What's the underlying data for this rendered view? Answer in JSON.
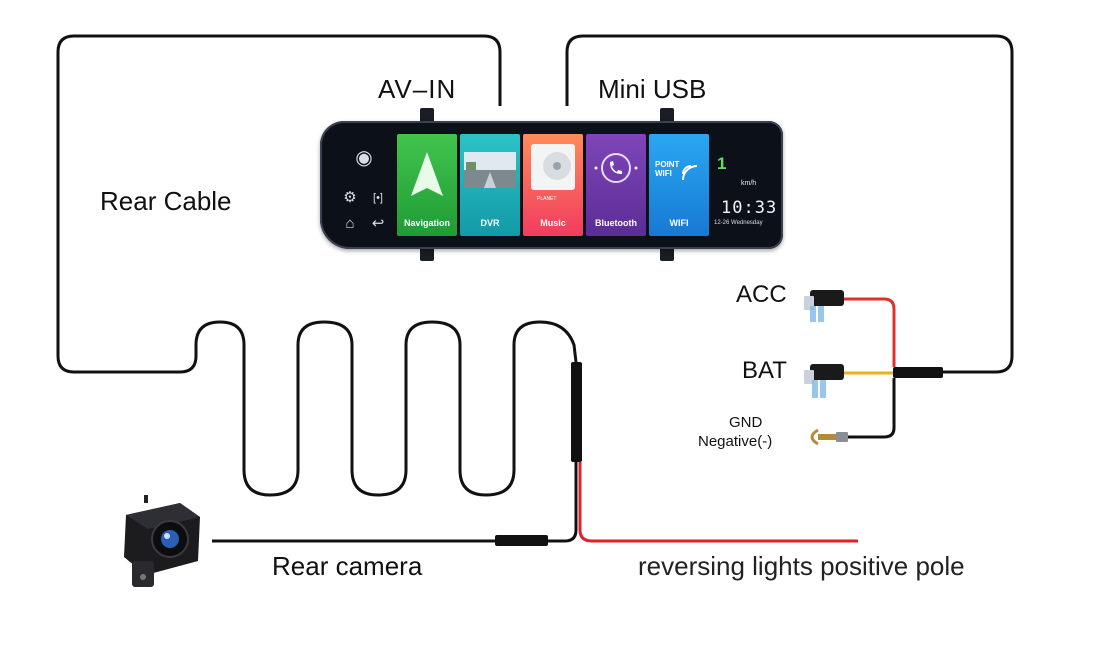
{
  "labels": {
    "av_in": "AV–IN",
    "mini_usb": "Mini USB",
    "rear_cable": "Rear Cable",
    "acc": "ACC",
    "bat": "BAT",
    "gnd": "GND",
    "negative": "Negative(-)",
    "rear_camera": "Rear camera",
    "reversing": "reversing lights positive pole"
  },
  "mirror_screen": {
    "tiles": [
      {
        "label": "Navigation",
        "color": "#2fb043"
      },
      {
        "label": "DVR",
        "color": "#1fb2bb"
      },
      {
        "label": "Music",
        "color": "#f65a5c"
      },
      {
        "label": "Bluetooth",
        "color": "#6a37a6"
      },
      {
        "label": "WIFI",
        "color": "#1f90e2"
      }
    ],
    "music_art_text": "PLANET",
    "wifi_art_text": "POINT WIFI",
    "speed": "1",
    "speed_unit": "km/h",
    "time": "10:33",
    "date": "12-26  Wednesday"
  },
  "colors": {
    "cable": "#111111",
    "acc_wire": "#e0302a",
    "bat_wire": "#e6b21c",
    "reverse_wire": "#e0202a"
  }
}
